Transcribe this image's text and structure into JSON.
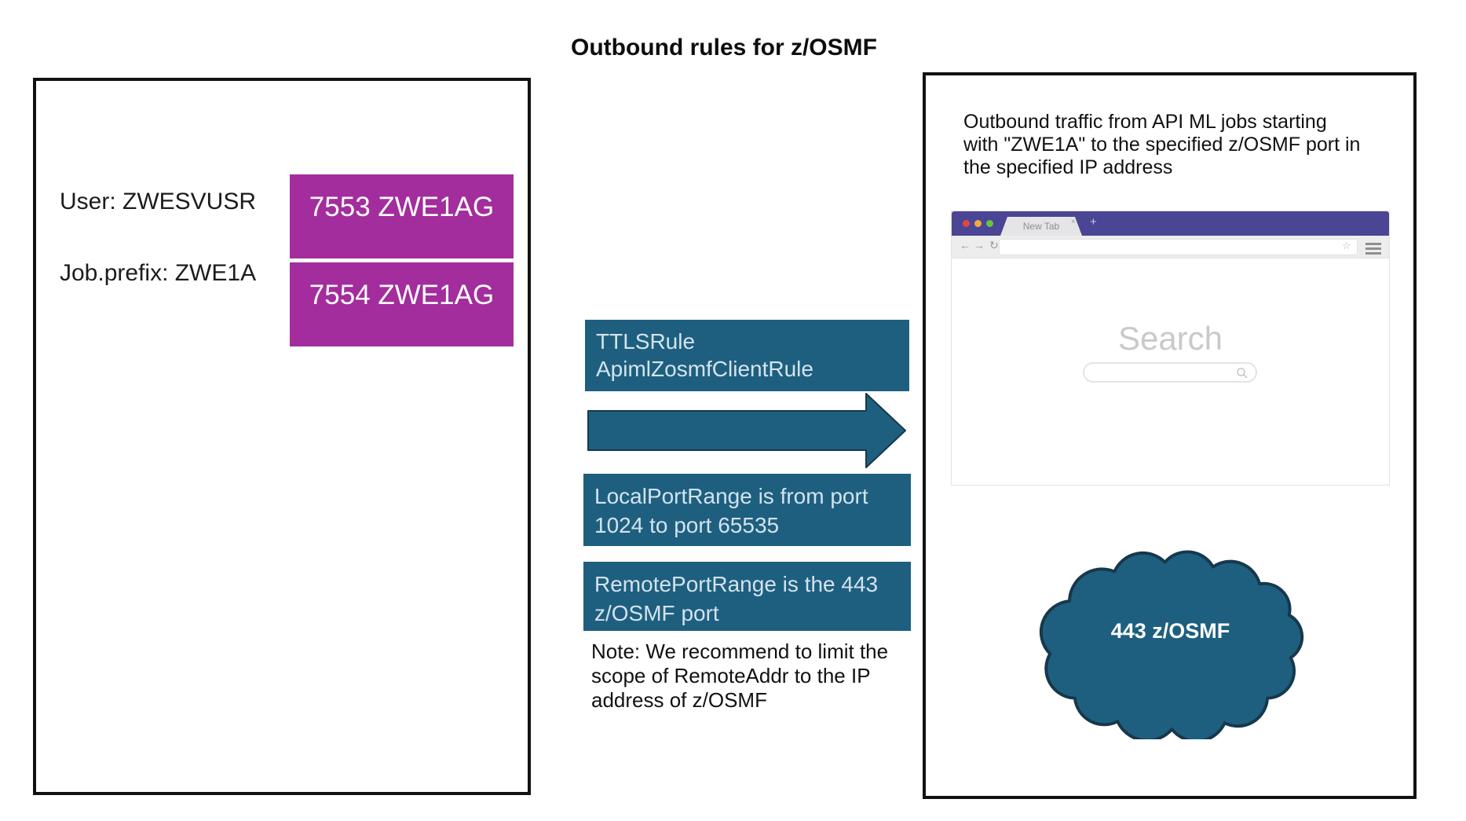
{
  "title": "Outbound rules for z/OSMF",
  "left_panel": {
    "user_label": "User: ZWESVUSR",
    "job_prefix_label": "Job.prefix: ZWE1A",
    "port_boxes": [
      "7553 ZWE1AG",
      "7554 ZWE1AG"
    ]
  },
  "middle": {
    "ttls_rule": "TTLSRule\nApimlZosmfClientRule",
    "local_port_rule": "LocalPortRange is from port\n1024 to port 65535",
    "remote_port_rule": "RemotePortRange is the 443\nz/OSMF port",
    "note": "Note: We recommend to limit the\nscope of RemoteAddr to the IP\naddress of z/OSMF"
  },
  "right_panel": {
    "description": "Outbound traffic from API ML jobs starting\nwith \"ZWE1A\" to the specified z/OSMF port in\nthe specified IP address",
    "browser": {
      "tab_label": "New Tab",
      "tab_close_glyph": "×",
      "new_tab_button_glyph": "+",
      "back_glyph": "←",
      "forward_glyph": "→",
      "reload_glyph": "↻",
      "url_value": "",
      "star_glyph": "☆",
      "search_text": "Search"
    },
    "cloud_label": "443 z/OSMF"
  },
  "colors": {
    "port_box_magenta": "#a32d9d",
    "rule_box_teal": "#1e5f7f",
    "rule_box_text": "#d3e3ee",
    "arrow_fill": "#1e5f7f",
    "arrow_outline": "#16384d",
    "browser_titlebar": "#4a4595",
    "traffic_red": "#e5443f",
    "traffic_yellow": "#f5a93b",
    "traffic_green": "#67c443",
    "cloud_fill": "#1e5f7f",
    "cloud_outline": "#16384d",
    "box_border": "#121212"
  }
}
